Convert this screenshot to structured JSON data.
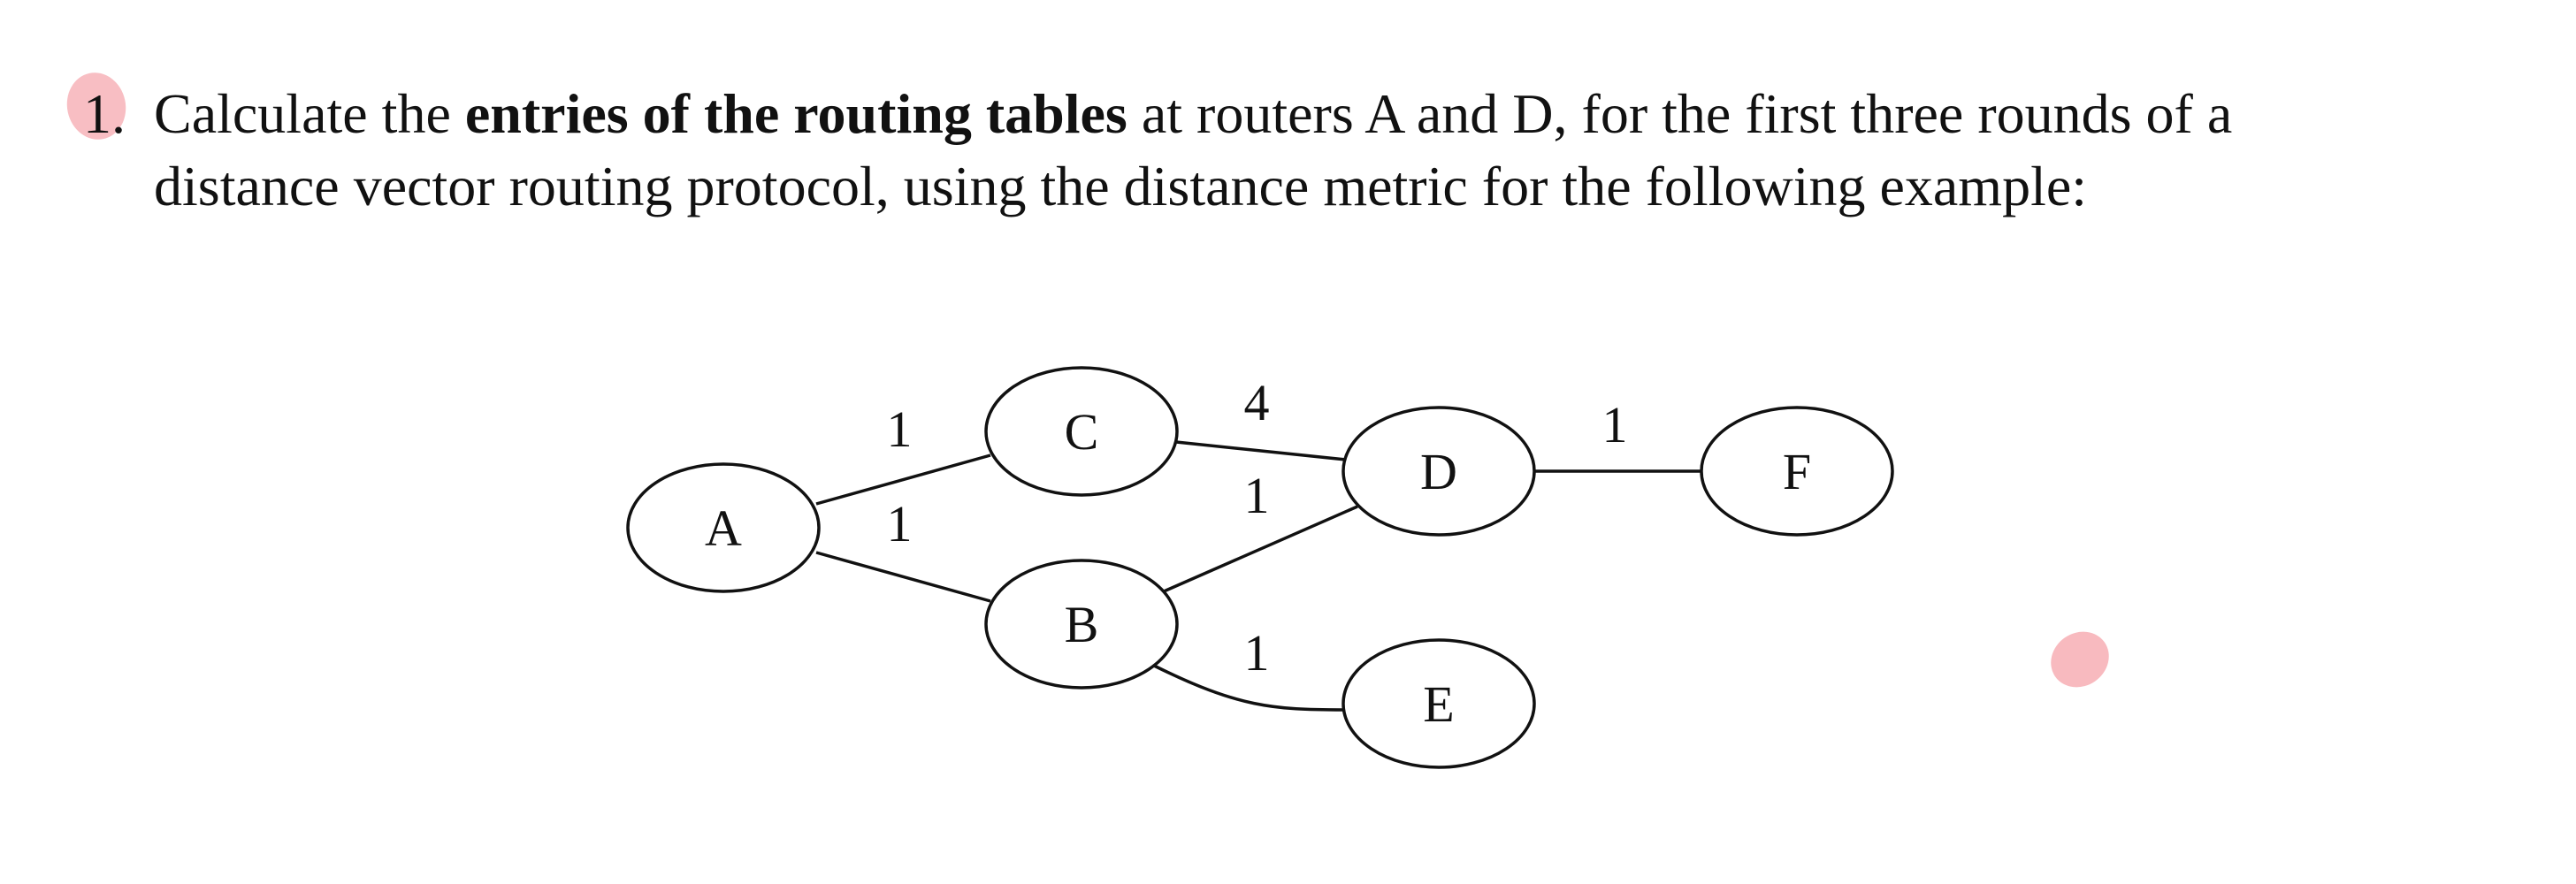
{
  "question": {
    "number": "1.",
    "line1_pre": "Calculate the ",
    "line1_bold": "entries of the routing tables",
    "line1_post": " at routers A and D, for the first three rounds of a",
    "line2": "distance vector routing protocol, using the distance metric for the following example:"
  },
  "diagram": {
    "nodes": [
      {
        "id": "A",
        "label": "A"
      },
      {
        "id": "B",
        "label": "B"
      },
      {
        "id": "C",
        "label": "C"
      },
      {
        "id": "D",
        "label": "D"
      },
      {
        "id": "E",
        "label": "E"
      },
      {
        "id": "F",
        "label": "F"
      }
    ],
    "edges": [
      {
        "from": "A",
        "to": "C",
        "weight": "1"
      },
      {
        "from": "A",
        "to": "B",
        "weight": "1"
      },
      {
        "from": "C",
        "to": "D",
        "weight": "4"
      },
      {
        "from": "B",
        "to": "D",
        "weight": "1"
      },
      {
        "from": "B",
        "to": "E",
        "weight": "1"
      },
      {
        "from": "D",
        "to": "F",
        "weight": "1"
      }
    ]
  },
  "colors": {
    "text": "#111111",
    "highlight": "#f7b3b8"
  }
}
